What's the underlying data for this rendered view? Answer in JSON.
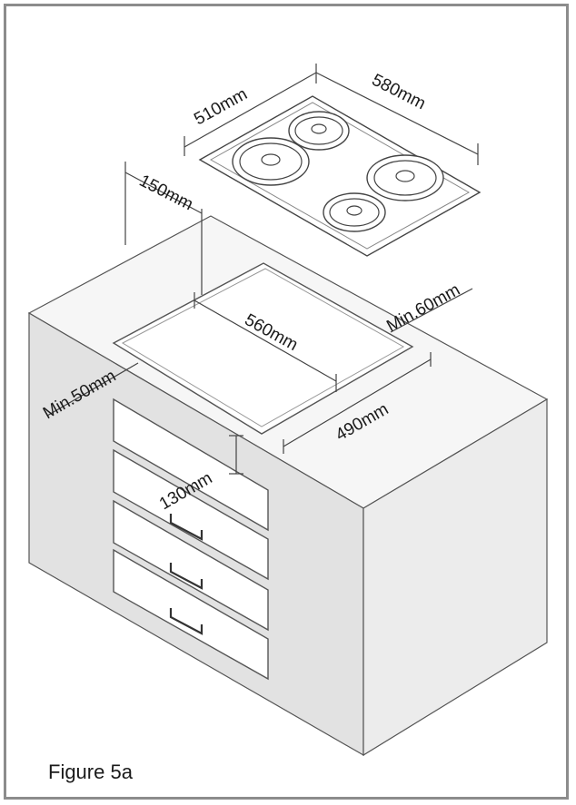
{
  "figure": {
    "caption": "Figure 5a",
    "dimensions": {
      "hob_width": "510mm",
      "hob_depth": "580mm",
      "rear_clearance": "150mm",
      "cutout_width": "560mm",
      "cutout_depth": "490mm",
      "side_right_min": "Min.60mm",
      "side_left_min": "Min.50mm",
      "below_cutout": "130mm"
    },
    "colors": {
      "frame": "#8c8c8c",
      "cabinet_side": "#e6e6e6",
      "cabinet_front": "#dedede",
      "worktop": "#f4f4f4",
      "line": "#555555"
    },
    "icons": [
      "hob-icon",
      "drawer-handle-icon"
    ]
  }
}
